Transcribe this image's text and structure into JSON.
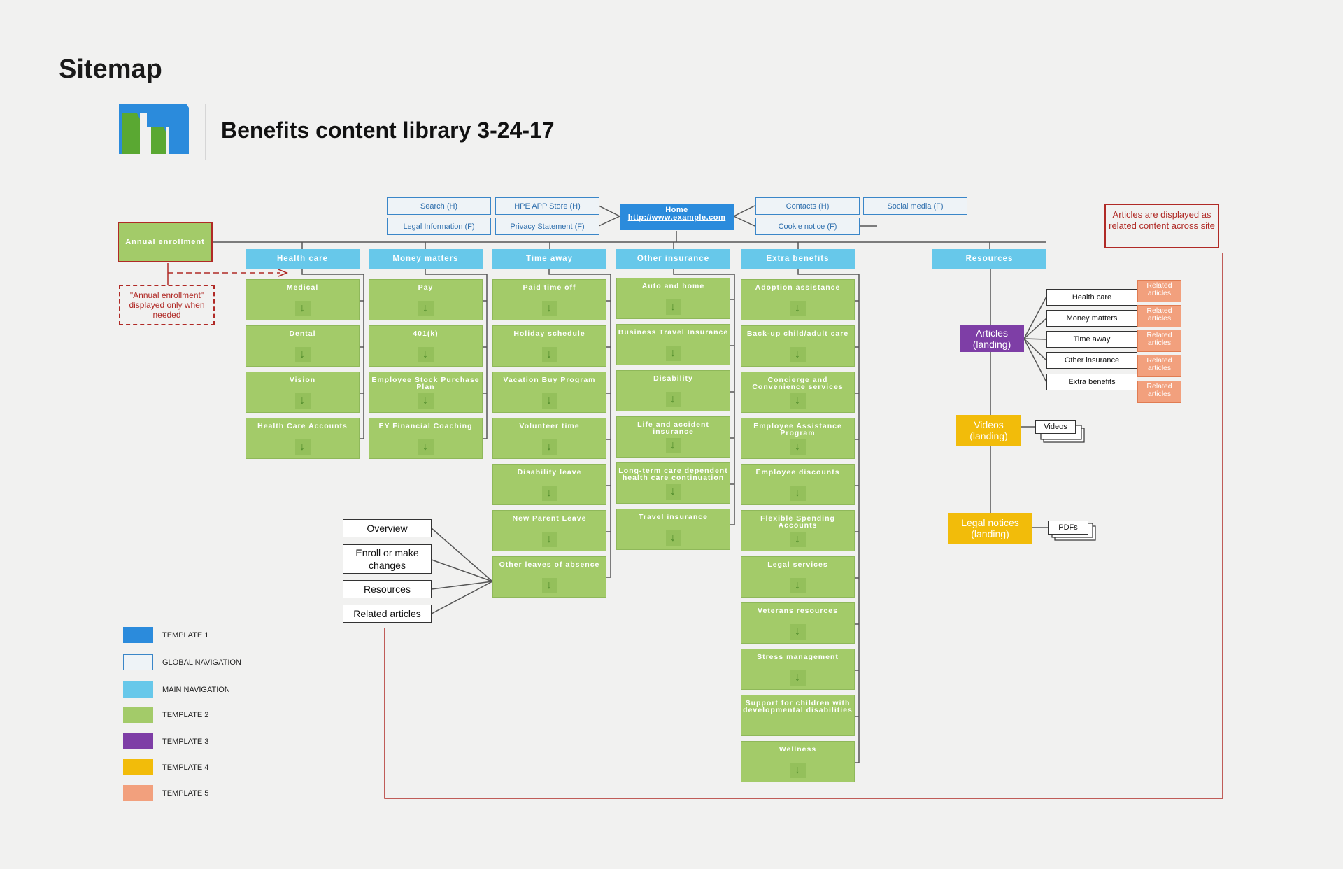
{
  "page_title": "Sitemap",
  "doc_title": "Benefits content library 3-24-17",
  "colors": {
    "template1": "#2b8bdc",
    "global_nav": "#eef3f7",
    "main_nav": "#67c8ea",
    "template2": "#a3cb69",
    "template3": "#7e3ea6",
    "template4": "#f2bc0a",
    "template5": "#f2a07d",
    "annotation_red": "#b02a26"
  },
  "global_nav_left": [
    "Search (H)",
    "HPE APP Store (H)",
    "Legal Information (F)",
    "Privacy Statement (F)"
  ],
  "home": {
    "label": "Home",
    "url": "http://www.example.com"
  },
  "global_nav_right": [
    "Contacts (H)",
    "Social media (F)",
    "Cookie notice (F)"
  ],
  "annual_enrollment": "Annual enrollment",
  "annual_note": "\"Annual enrollment\" displayed only when needed",
  "related_note": "Articles are displayed as related content across site",
  "sections": [
    {
      "title": "Health care",
      "items": [
        "Medical",
        "Dental",
        "Vision",
        "Health Care Accounts"
      ]
    },
    {
      "title": "Money matters",
      "items": [
        "Pay",
        "401(k)",
        "Employee Stock Purchase Plan",
        "EY Financial Coaching"
      ]
    },
    {
      "title": "Time away",
      "items": [
        "Paid time off",
        "Holiday schedule",
        "Vacation Buy Program",
        "Volunteer time",
        "Disability leave",
        "New Parent Leave",
        "Other leaves of absence"
      ]
    },
    {
      "title": "Other insurance",
      "items": [
        "Auto and home",
        "Business Travel Insurance",
        "Disability",
        "Life and accident insurance",
        "Long-term care dependent health care continuation",
        "Travel insurance"
      ]
    },
    {
      "title": "Extra benefits",
      "items": [
        "Adoption assistance",
        "Back-up child/adult care",
        "Concierge and Convenience services",
        "Employee Assistance Program",
        "Employee discounts",
        "Flexible Spending Accounts",
        "Legal services",
        "Veterans resources",
        "Stress management",
        "Support for children with developmental disabilities",
        "Wellness"
      ]
    }
  ],
  "resources": {
    "title": "Resources",
    "articles": "Articles (landing)",
    "article_topics": [
      "Health care",
      "Money matters",
      "Time away",
      "Other insurance",
      "Extra benefits"
    ],
    "related_label": "Related articles",
    "videos": "Videos (landing)",
    "videos_child": "Videos",
    "legal": "Legal notices (landing)",
    "legal_child": "PDFs"
  },
  "page_parts": [
    "Overview",
    "Enroll or make changes",
    "Resources",
    "Related articles"
  ],
  "legend": [
    "TEMPLATE 1",
    "GLOBAL NAVIGATION",
    "MAIN NAVIGATION",
    "TEMPLATE 2",
    "TEMPLATE 3",
    "TEMPLATE 4",
    "TEMPLATE 5"
  ]
}
